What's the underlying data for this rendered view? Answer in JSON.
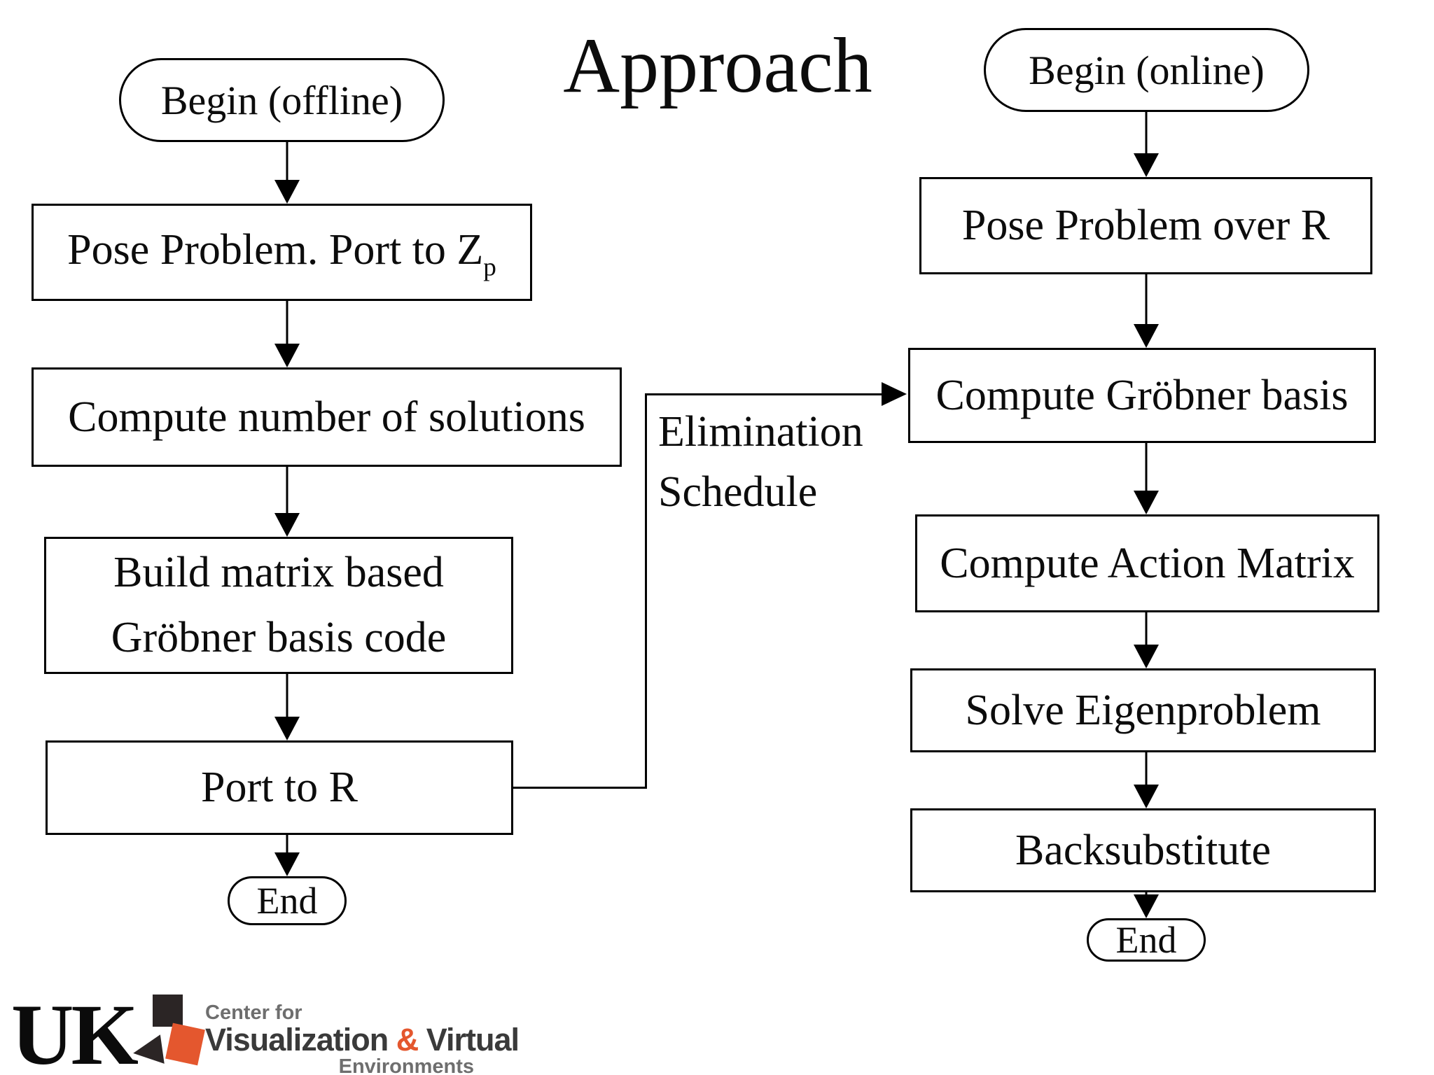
{
  "title": "Approach",
  "left_flow": {
    "begin_label": "Begin (offline)",
    "pose_label": "Pose Problem. Port to Z",
    "pose_subscript": "p",
    "compute_label": "Compute number of solutions",
    "build_line1": "Build matrix based",
    "build_line2": "Gröbner basis code",
    "port_label": "Port to R",
    "end_label": "End"
  },
  "right_flow": {
    "begin_label": "Begin (online)",
    "pose_label": "Pose Problem over R",
    "grobner_label": "Compute Gröbner basis",
    "action_label": "Compute Action Matrix",
    "eigen_label": "Solve Eigenproblem",
    "backsub_label": "Backsubstitute",
    "end_label": "End"
  },
  "connector": {
    "label_line1": "Elimination",
    "label_line2": "Schedule"
  },
  "footer": {
    "uk_logo_text": "UK",
    "center_line1": "Center for",
    "center_line2_part1": "Visualization ",
    "center_line2_amp": "&",
    "center_line2_part2": " Virtual",
    "center_line3": "Environments"
  },
  "colors": {
    "accent_orange": "#e4572e",
    "logo_dark": "#2b2525",
    "gray_text": "#6e6e6e",
    "charcoal_text": "#3a3a3a",
    "line_black": "#000000"
  }
}
